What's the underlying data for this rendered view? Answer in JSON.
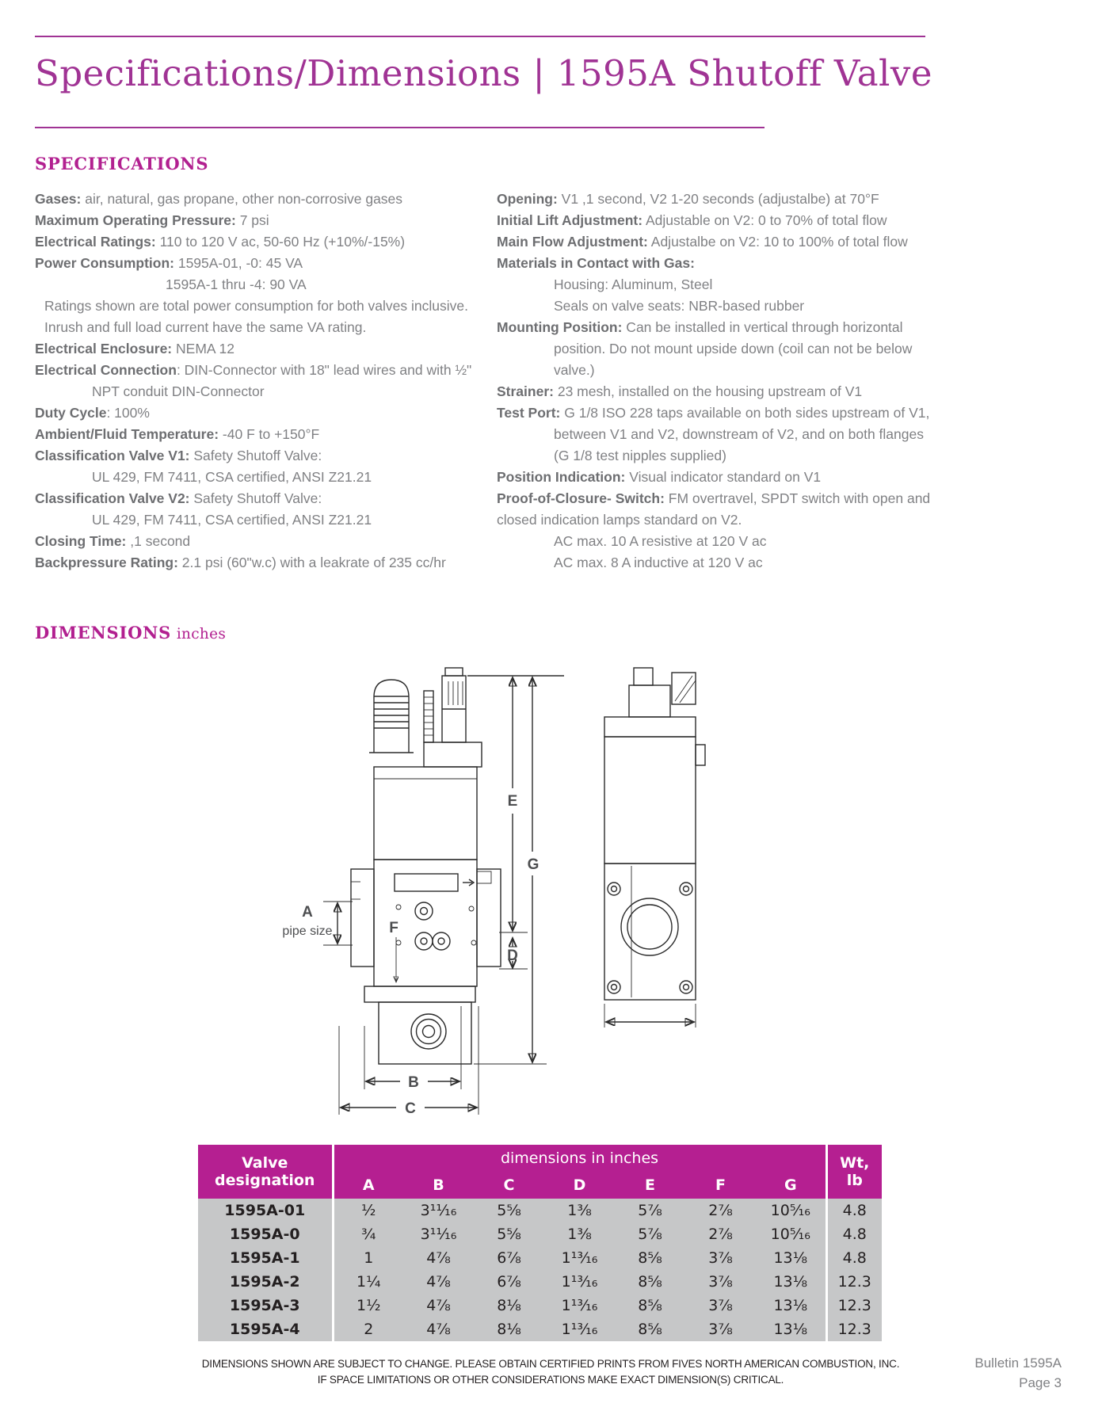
{
  "colors": {
    "accent": "#a03394",
    "heading": "#b22090",
    "table_header": "#b51f91",
    "body_text": "#808184",
    "bold_text": "#6d6e71",
    "row_bg": "#c6c7c8",
    "ink": "#231f20",
    "footer_gray": "#808184",
    "label_color": "#4d4e50",
    "line_color": "#2b2b2b"
  },
  "page": {
    "title": "Specifications/Dimensions | 1595A Shutoff Valve"
  },
  "specifications": {
    "heading": "SPECIFICATIONS",
    "left": [
      {
        "b": "Gases:",
        "t": " air, natural, gas propane, other non-corrosive gases"
      },
      {
        "b": "Maximum Operating Pressure:",
        "t": " 7 psi"
      },
      {
        "b": "Electrical Ratings:",
        "t": " 110 to 120 V ac, 50-60 Hz (+10%/-15%)"
      },
      {
        "b": "Power Consumption:",
        "t": "  1595A-01, -0: 45 VA"
      },
      {
        "b": "",
        "t": "1595A-1 thru -4: 90 VA"
      },
      {
        "b": "",
        "t": "Ratings shown are total power consumption for both valves inclusive."
      },
      {
        "b": "",
        "t": "Inrush and full load current have the same VA rating."
      },
      {
        "b": "Electrical Enclosure:",
        "t": " NEMA 12"
      },
      {
        "b": "Electrical Connection",
        "t": ": DIN-Connector with 18\" lead wires and  with ½\""
      },
      {
        "b": "",
        "t": "NPT conduit DIN-Connector"
      },
      {
        "b": "Duty Cycle",
        "t": ": 100%"
      },
      {
        "b": "Ambient/Fluid Temperature:",
        "t": " -40 F to +150°F"
      },
      {
        "b": "Classification Valve V1:",
        "t": " Safety Shutoff Valve:"
      },
      {
        "b": "",
        "t": "UL 429, FM 7411, CSA certified, ANSI Z21.21"
      },
      {
        "b": "Classification Valve V2:",
        "t": " Safety Shutoff Valve:"
      },
      {
        "b": "",
        "t": "UL 429, FM 7411, CSA certified, ANSI Z21.21"
      },
      {
        "b": "Closing Time:",
        "t": " ,1 second"
      },
      {
        "b": "Backpressure Rating:",
        "t": " 2.1 psi (60\"w.c) with a leakrate of 235 cc/hr"
      }
    ],
    "right": [
      {
        "b": "Opening:",
        "t": " V1 ,1 second, V2 1-20 seconds (adjustalbe) at 70°F"
      },
      {
        "b": "Initial Lift Adjustment:",
        "t": " Adjustable on V2: 0 to 70% of total flow"
      },
      {
        "b": "Main Flow Adjustment:",
        "t": " Adjustalbe on V2: 10 to 100% of total flow"
      },
      {
        "b": "Materials in Contact with Gas:",
        "t": ""
      },
      {
        "b": "",
        "t": "Housing: Aluminum, Steel"
      },
      {
        "b": "",
        "t": "Seals on valve seats: NBR-based rubber"
      },
      {
        "b": "Mounting Position:",
        "t": " Can be installed in vertical through horizontal"
      },
      {
        "b": "",
        "t": "position. Do not mount upside down (coil can not be below"
      },
      {
        "b": "",
        "t": "valve.)"
      },
      {
        "b": "Strainer:",
        "t": " 23 mesh, installed on the housing upstream of V1"
      },
      {
        "b": "Test Port:",
        "t": " G 1/8 ISO 228 taps available on both sides upstream of V1,"
      },
      {
        "b": "",
        "t": "between V1 and V2, downstream of V2, and on both flanges"
      },
      {
        "b": "",
        "t": "(G 1/8 test nipples supplied)"
      },
      {
        "b": "Position Indication:",
        "t": " Visual indicator standard on V1"
      },
      {
        "b": "Proof-of-Closure- Switch:",
        "t": " FM overtravel, SPDT switch with open and"
      },
      {
        "b": "",
        "t": "closed indication lamps standard on V2."
      },
      {
        "b": "",
        "t": "AC max. 10 A resistive at 120 V ac"
      },
      {
        "b": "",
        "t": "AC max. 8 A inductive at 120 V ac"
      }
    ]
  },
  "dimensions_section": {
    "heading": "DIMENSIONS",
    "heading_suffix": "inches",
    "diagram_labels": {
      "a": "A",
      "pipe_size": "pipe size",
      "b": "B",
      "c": "C",
      "d": "D",
      "e": "E",
      "f": "F",
      "g": "G"
    }
  },
  "table": {
    "col1_header": [
      "Valve",
      "designation"
    ],
    "span_header": "dimensions in inches",
    "dim_headers": [
      "A",
      "B",
      "C",
      "D",
      "E",
      "F",
      "G"
    ],
    "wt_header": [
      "Wt,",
      "lb"
    ],
    "rows": [
      {
        "designation": "1595A-01",
        "values": [
          "½",
          "3¹¹⁄₁₆",
          "5⅝",
          "1⅜",
          "5⅞",
          "2⅞",
          "10⁵⁄₁₆"
        ],
        "wt": "4.8"
      },
      {
        "designation": "1595A-0",
        "values": [
          "¾",
          "3¹¹⁄₁₆",
          "5⅝",
          "1⅜",
          "5⅞",
          "2⅞",
          "10⁵⁄₁₆"
        ],
        "wt": "4.8"
      },
      {
        "designation": "1595A-1",
        "values": [
          "1",
          "4⅞",
          "6⅞",
          "1¹³⁄₁₆",
          "8⅝",
          "3⅞",
          "13⅛"
        ],
        "wt": "4.8"
      },
      {
        "designation": "1595A-2",
        "values": [
          "1¼",
          "4⅞",
          "6⅞",
          "1¹³⁄₁₆",
          "8⅝",
          "3⅞",
          "13⅛"
        ],
        "wt": "12.3"
      },
      {
        "designation": "1595A-3",
        "values": [
          "1½",
          "4⅞",
          "8⅛",
          "1¹³⁄₁₆",
          "8⅝",
          "3⅞",
          "13⅛"
        ],
        "wt": "12.3"
      },
      {
        "designation": "1595A-4",
        "values": [
          "2",
          "4⅞",
          "8⅛",
          "1¹³⁄₁₆",
          "8⅝",
          "3⅞",
          "13⅛"
        ],
        "wt": "12.3"
      }
    ]
  },
  "footer": {
    "disclaimer_line1": "DIMENSIONS SHOWN ARE SUBJECT TO CHANGE. PLEASE OBTAIN CERTIFIED PRINTS FROM FIVES NORTH AMERICAN COMBUSTION, INC.",
    "disclaimer_line2": "IF SPACE LIMITATIONS OR OTHER CONSIDERATIONS MAKE EXACT DIMENSION(S) CRITICAL.",
    "bulletin": "Bulletin 1595A",
    "page": "Page 3"
  }
}
